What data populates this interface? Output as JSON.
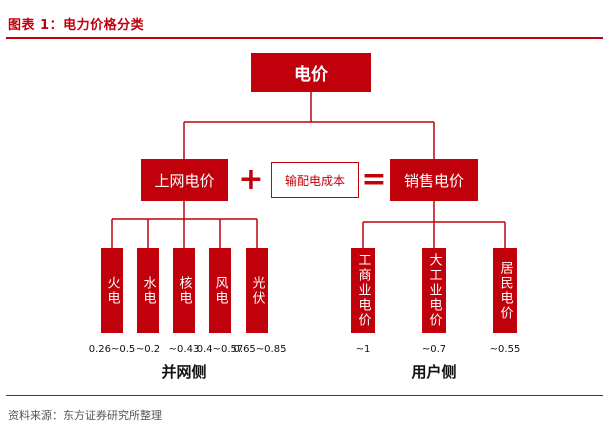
{
  "caption": "图表 1：电力价格分类",
  "root": "电价",
  "equation": {
    "left": "上网电价",
    "plus": "+",
    "middle": "输配电成本",
    "equals": "=",
    "right": "销售电价"
  },
  "grid_side": {
    "items": [
      {
        "label": "火电",
        "value": "0.26~0.5"
      },
      {
        "label": "水电",
        "value": "~0.2"
      },
      {
        "label": "核电",
        "value": "~0.43"
      },
      {
        "label": "风电",
        "value": "0.4~0.57"
      },
      {
        "label": "光伏",
        "value": "0.65~0.85"
      }
    ],
    "group_label": "并网侧"
  },
  "user_side": {
    "items": [
      {
        "label": "工商业电价",
        "value": "~1"
      },
      {
        "label": "大工业电价",
        "value": "~0.7"
      },
      {
        "label": "居民电价",
        "value": "~0.55"
      }
    ],
    "group_label": "用户侧"
  },
  "source": "资料来源：东方证券研究所整理",
  "colors": {
    "accent": "#c0000b"
  }
}
